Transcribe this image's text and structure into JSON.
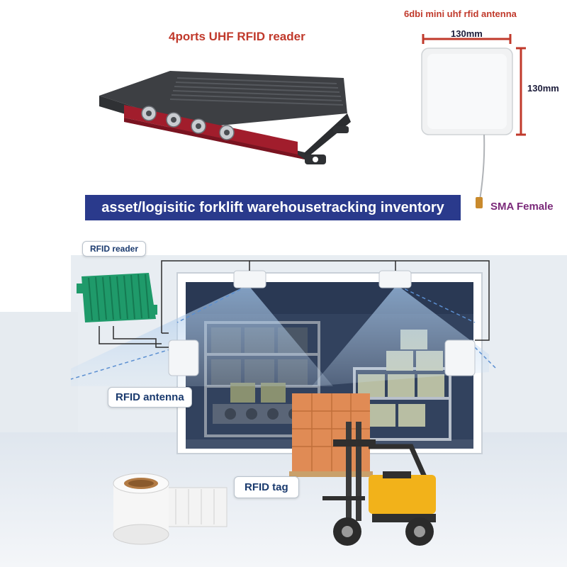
{
  "reader_title": "4ports UHF RFID reader",
  "antenna_title": "6dbi mini uhf rfid antenna",
  "antenna_width": "130mm",
  "antenna_height": "130mm",
  "connector_label": "SMA Female",
  "banner_text": "asset/logisitic forklift warehousetracking inventory",
  "labels": {
    "reader": "RFID reader",
    "antenna": "RFID antenna",
    "tag": "RFID tag"
  },
  "colors": {
    "title_red": "#c0392b",
    "banner_bg": "#2a3a8c",
    "reader_green": "#1f9a6a",
    "forklift_yellow": "#f2b21a"
  }
}
